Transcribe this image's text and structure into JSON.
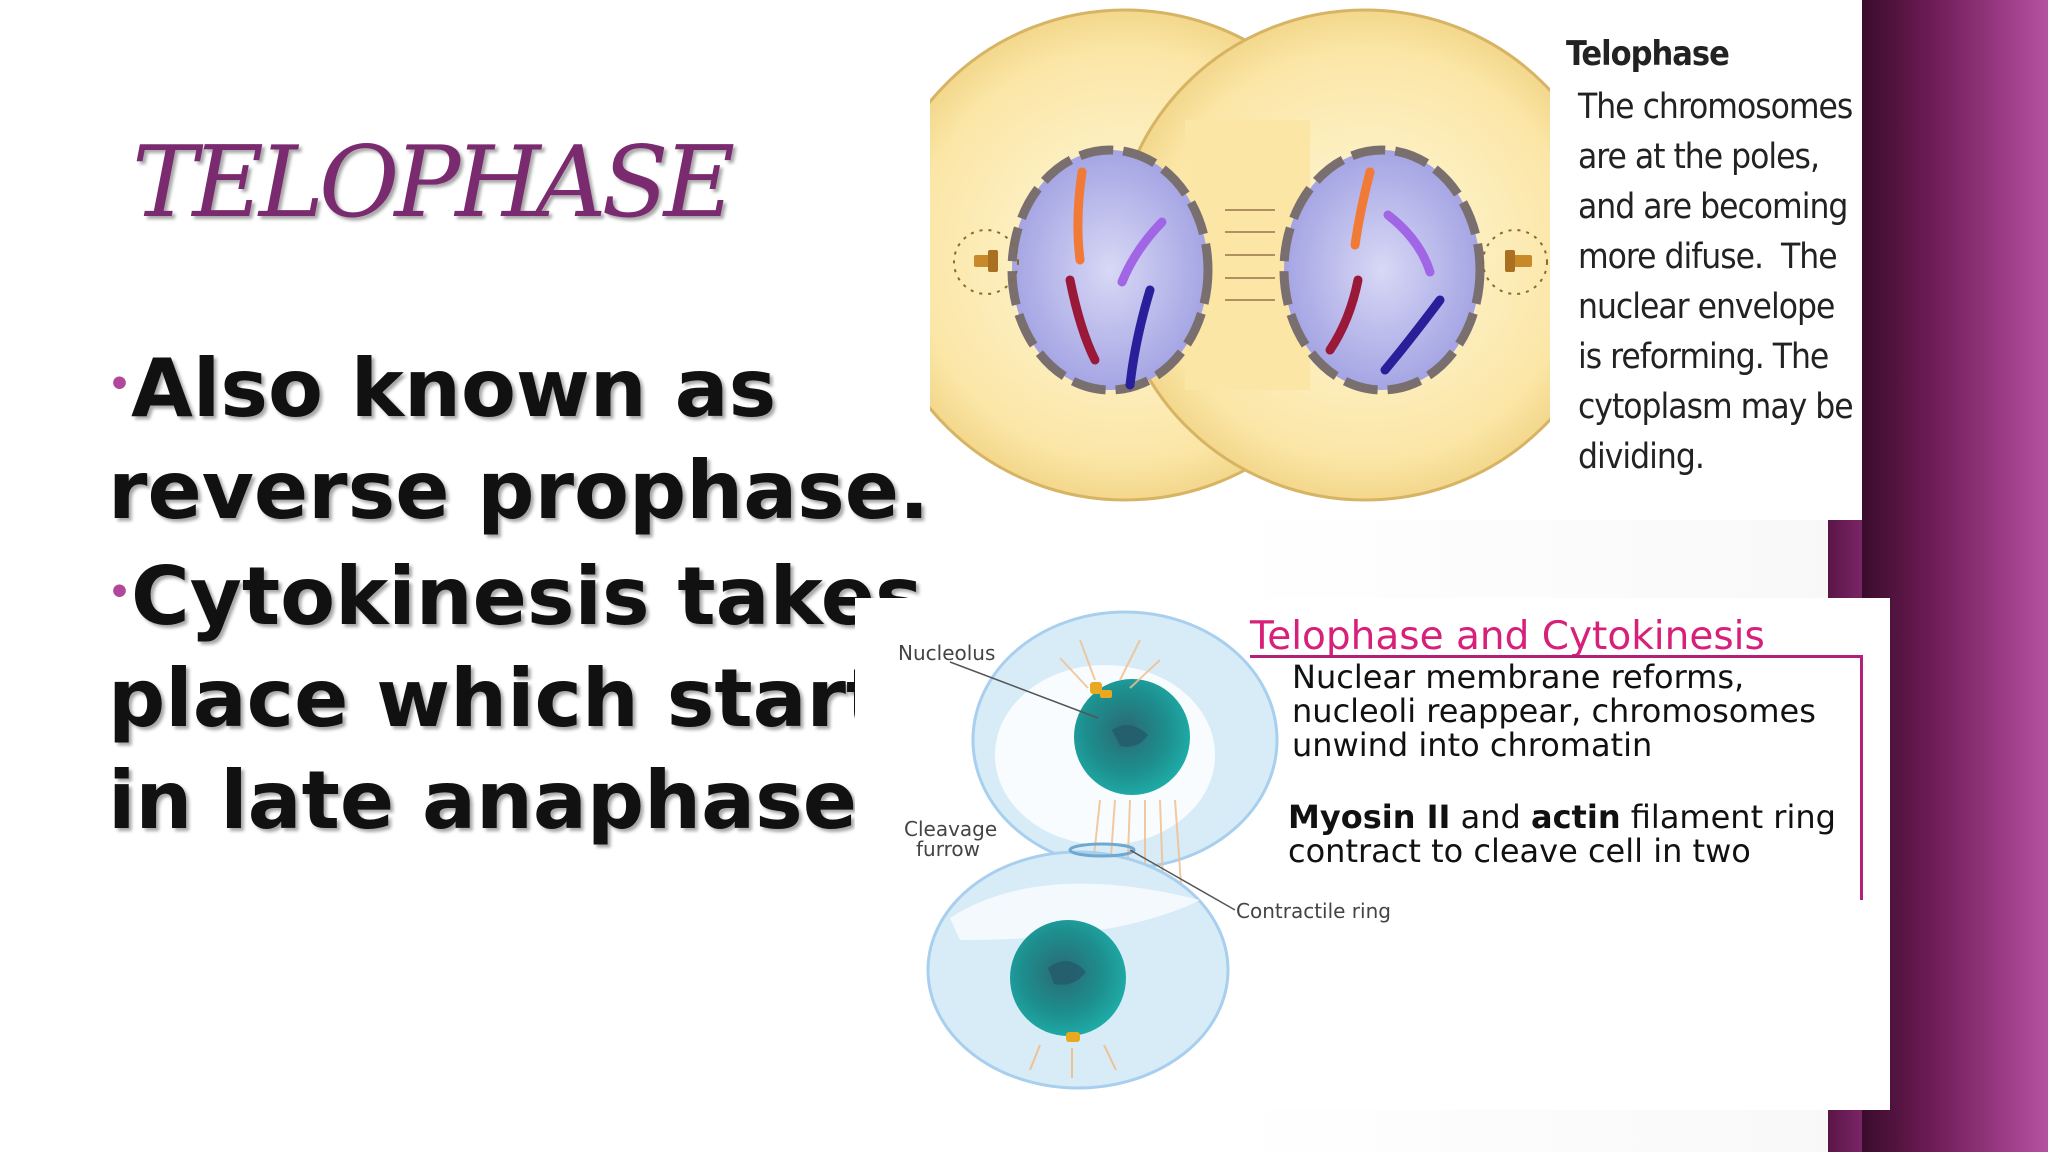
{
  "slide": {
    "title": "TELOPHASE",
    "bullets": [
      {
        "lines": [
          "Also known as",
          "reverse prophase."
        ],
        "trailing": ""
      },
      {
        "lines": [
          "Cytokinesis takes",
          "place which starts",
          "in late anaphase"
        ],
        "trailing": "."
      }
    ]
  },
  "top_figure": {
    "heading": "Telophase",
    "caption_lines": [
      "The chromosomes",
      "are at the poles,",
      "and are becoming",
      "more difuse.  The",
      "nuclear envelope",
      "is reforming. The",
      "cytoplasm may be",
      "dividing."
    ]
  },
  "bottom_figure": {
    "title_part1": "Telophase",
    "title_and": " and ",
    "title_part2": "Cytokinesis",
    "block1": [
      "Nuclear membrane reforms,",
      "nucleoli reappear, chromosomes",
      "unwind into chromatin"
    ],
    "block2_word1": "Myosin II",
    "block2_mid": " and ",
    "block2_word2": "actin",
    "block2_tail": " filament ring",
    "block2_line2": "contract to cleave cell in two",
    "labels": {
      "nucleolus": "Nucleolus",
      "cleavage_1": "Cleavage",
      "cleavage_2": "furrow",
      "contractile": "Contractile ring"
    }
  },
  "colors": {
    "title": "#7a2a6e",
    "bullet": "#b0479b",
    "accent_magenta": "#d6207a",
    "side_band": "#6a1a52"
  }
}
